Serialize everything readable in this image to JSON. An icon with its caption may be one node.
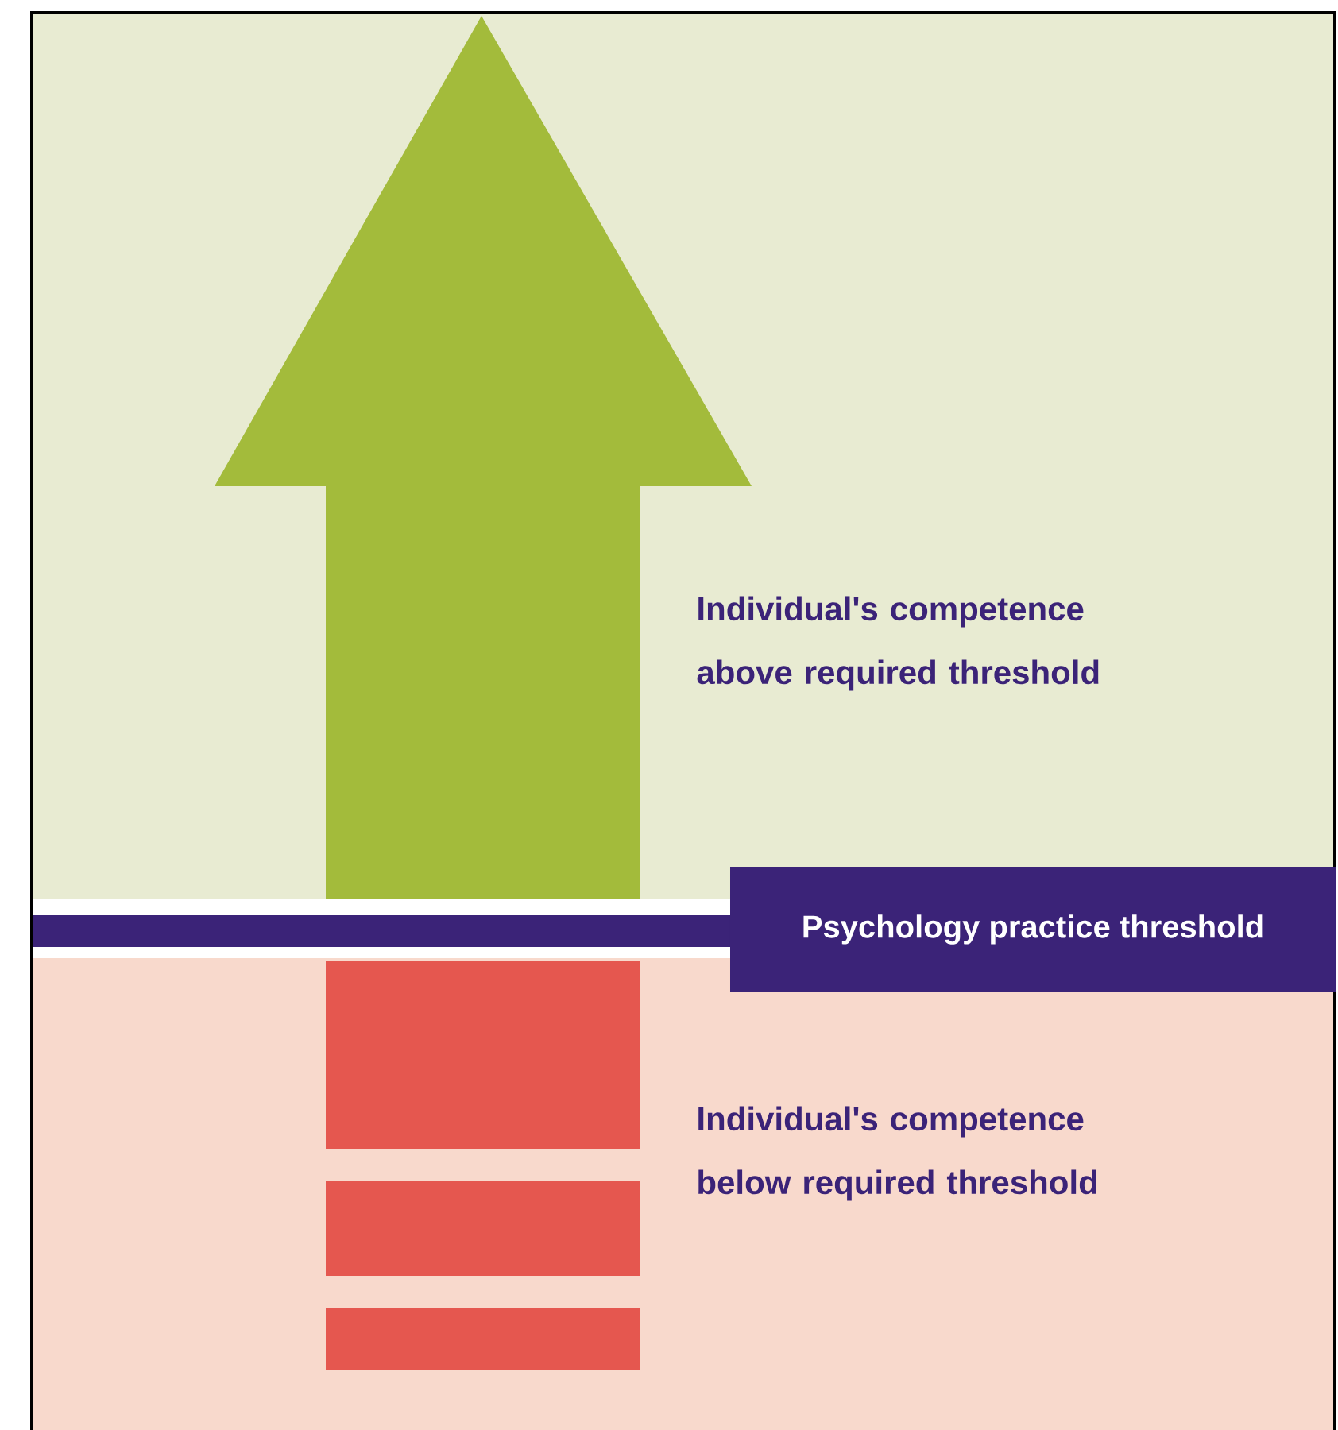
{
  "diagram": {
    "nodes": [
      {
        "text": [
          "Psychology practice threshold"
        ]
      }
    ],
    "labels": [
      "Individual's competence above required threshold",
      "Individual's competence below required threshold"
    ]
  }
}
